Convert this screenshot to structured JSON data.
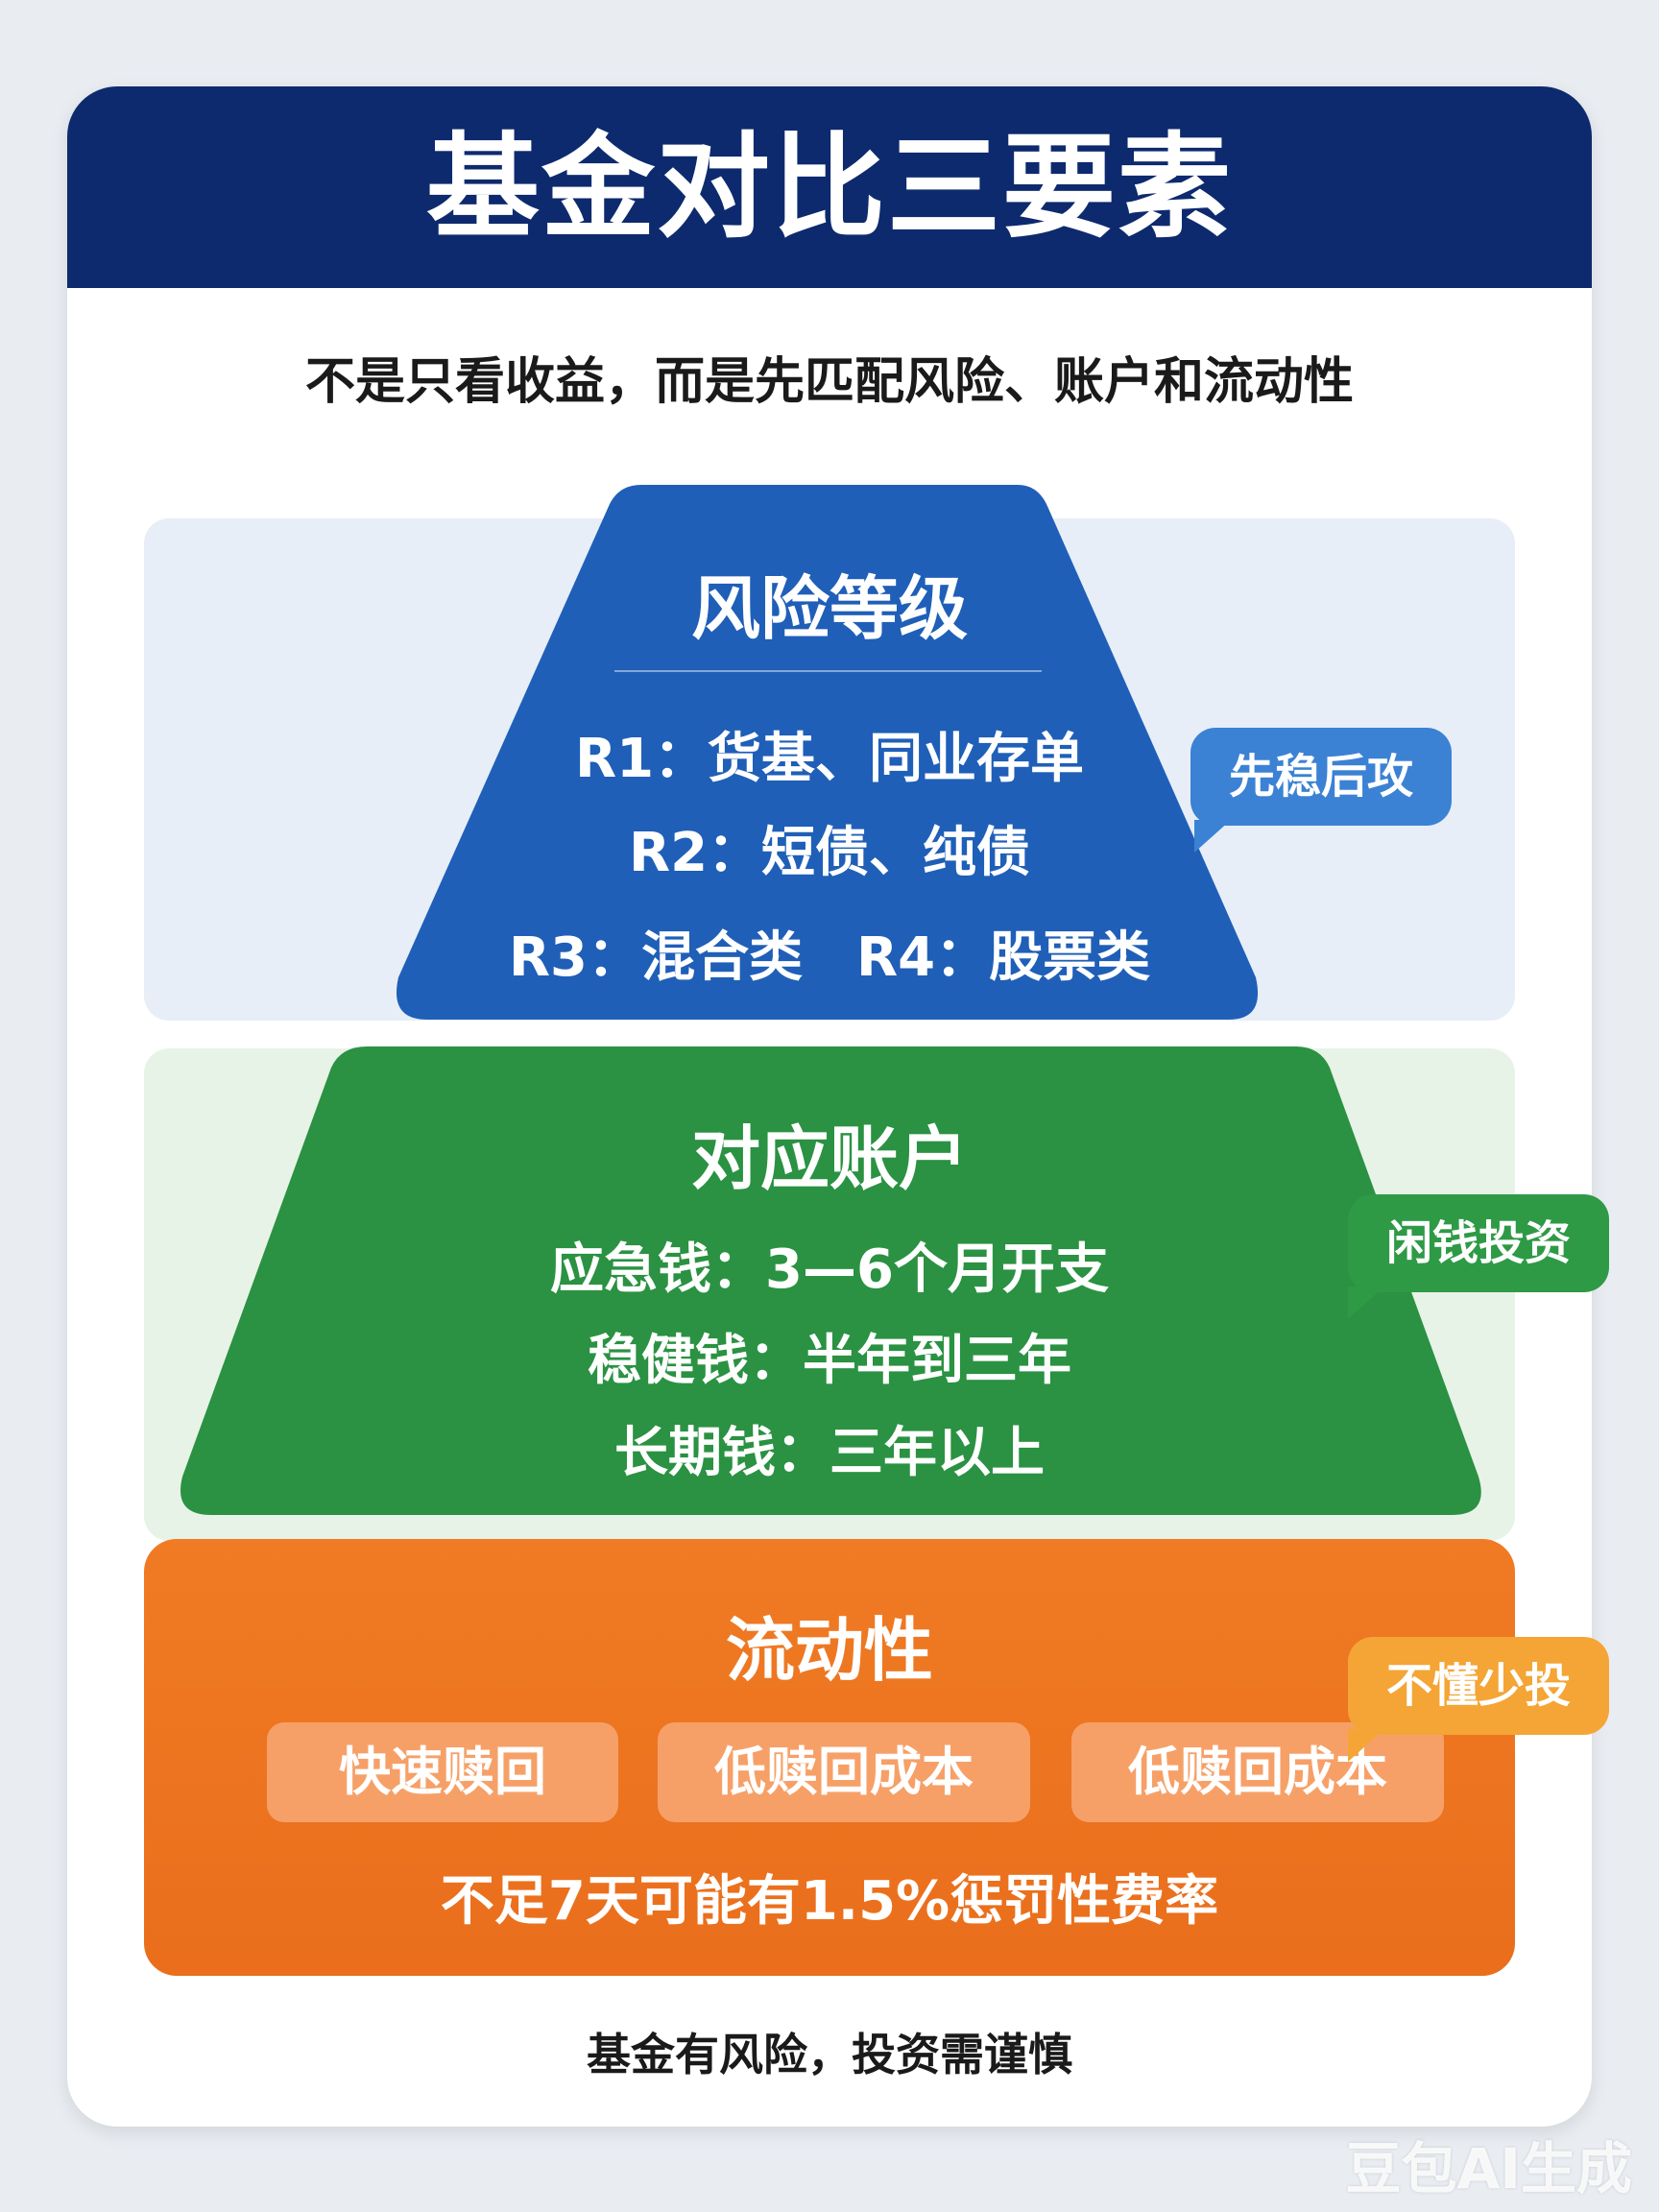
{
  "title": "基金对比三要素",
  "subtitle": "不是只看收益，而是先匹配风险、账户和流动性",
  "tiers": {
    "risk": {
      "title": "风险等级",
      "lines": [
        "R1：货基、同业存单",
        "R2：短债、纯债",
        "R3：混合类　R4：股票类"
      ],
      "tag": "先稳后攻",
      "color": "#1f5fb8"
    },
    "account": {
      "title": "对应账户",
      "lines": [
        "应急钱：3—6个月开支",
        "稳健钱：半年到三年",
        "长期钱：三年以上"
      ],
      "tag": "闲钱投资",
      "color": "#2a9242"
    },
    "liquidity": {
      "title": "流动性",
      "pills": [
        "快速赎回",
        "低赎回成本",
        "低赎回成本"
      ],
      "note": "不足7天可能有1.5%惩罚性费率",
      "tag": "不懂少投",
      "color": "#ee7322"
    }
  },
  "footer": "基金有风险，投资需谨慎",
  "watermark": "豆包AI生成"
}
